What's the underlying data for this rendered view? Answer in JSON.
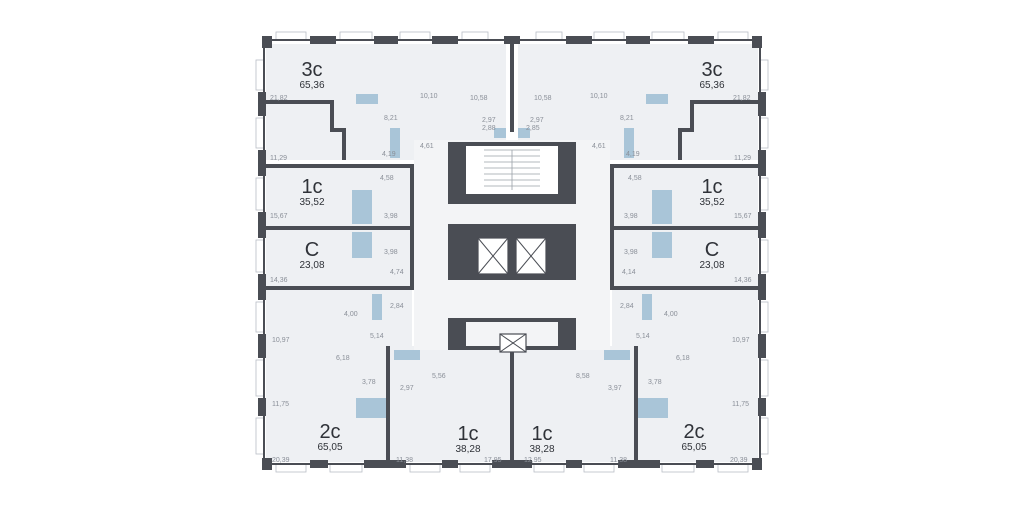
{
  "apartments": [
    {
      "id": "nw",
      "type": "3с",
      "area": "65,36"
    },
    {
      "id": "ne",
      "type": "3с",
      "area": "65,36"
    },
    {
      "id": "w1",
      "type": "1с",
      "area": "35,52"
    },
    {
      "id": "e1",
      "type": "1с",
      "area": "35,52"
    },
    {
      "id": "wc",
      "type": "С",
      "area": "23,08"
    },
    {
      "id": "ec",
      "type": "С",
      "area": "23,08"
    },
    {
      "id": "sw",
      "type": "2с",
      "area": "65,05"
    },
    {
      "id": "se",
      "type": "2с",
      "area": "65,05"
    },
    {
      "id": "s1l",
      "type": "1с",
      "area": "38,28"
    },
    {
      "id": "s1r",
      "type": "1с",
      "area": "38,28"
    }
  ],
  "room_labels": [
    "21,82",
    "10,10",
    "10,58",
    "10,58",
    "10,10",
    "21,82",
    "8,21",
    "2,97",
    "2,97",
    "8,21",
    "2,88",
    "2,85",
    "4,19",
    "4,61",
    "4,61",
    "4,19",
    "11,29",
    "11,29",
    "4,58",
    "4,58",
    "15,67",
    "3,98",
    "3,98",
    "15,67",
    "3,98",
    "3,98",
    "14,36",
    "4,74",
    "4,14",
    "14,36",
    "2,84",
    "2,84",
    "4,00",
    "4,00",
    "5,14",
    "5,14",
    "10,97",
    "10,97",
    "6,18",
    "6,18",
    "3,78",
    "3,78",
    "5,56",
    "8,58",
    "2,97",
    "3,97",
    "11,75",
    "11,75",
    "20,39",
    "11,38",
    "17,95",
    "12,95",
    "11,38",
    "20,39"
  ],
  "colors": {
    "wall": "#4a4d54",
    "room": "#eef0f3",
    "accent": "#a9c5d8",
    "core": "#f3f4f6"
  }
}
